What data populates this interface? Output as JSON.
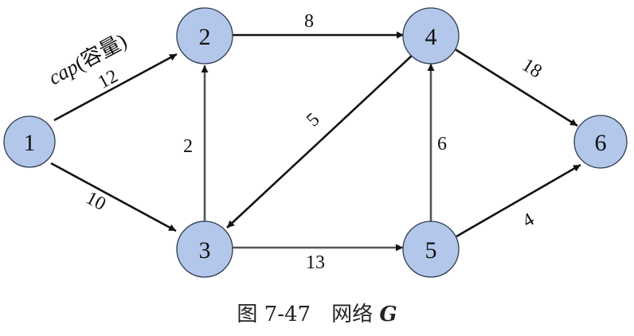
{
  "diagram": {
    "nodes": [
      {
        "id": "1",
        "label": "1"
      },
      {
        "id": "2",
        "label": "2"
      },
      {
        "id": "3",
        "label": "3"
      },
      {
        "id": "4",
        "label": "4"
      },
      {
        "id": "5",
        "label": "5"
      },
      {
        "id": "6",
        "label": "6"
      }
    ],
    "edges": [
      {
        "from": "1",
        "to": "2",
        "capacity": "12"
      },
      {
        "from": "1",
        "to": "3",
        "capacity": "10"
      },
      {
        "from": "3",
        "to": "2",
        "capacity": "2"
      },
      {
        "from": "2",
        "to": "4",
        "capacity": "8"
      },
      {
        "from": "4",
        "to": "3",
        "capacity": "5"
      },
      {
        "from": "3",
        "to": "5",
        "capacity": "13"
      },
      {
        "from": "5",
        "to": "4",
        "capacity": "6"
      },
      {
        "from": "4",
        "to": "6",
        "capacity": "18"
      },
      {
        "from": "5",
        "to": "6",
        "capacity": "4"
      }
    ],
    "annotation": {
      "symbol": "cap",
      "note": "(容量)"
    }
  },
  "caption": {
    "figure_number": "图 7-47",
    "text": "网络",
    "symbol": "G"
  }
}
